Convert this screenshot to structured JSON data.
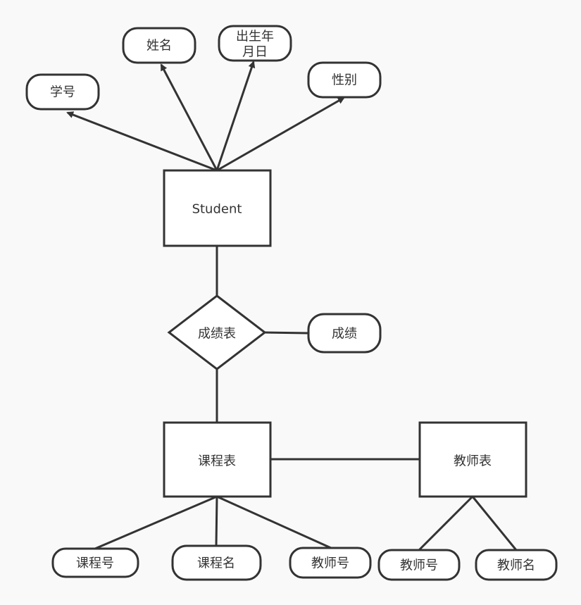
{
  "entities": {
    "student": "Student",
    "course": "课程表",
    "teacher": "教师表"
  },
  "relationship": {
    "grades_table": "成绩表"
  },
  "attributes": {
    "student_id": "学号",
    "name": "姓名",
    "birthdate_line1": "出生年",
    "birthdate_line2": "月日",
    "gender": "性别",
    "grade": "成绩",
    "course_id": "课程号",
    "course_name": "课程名",
    "course_teacher_id": "教师号",
    "teacher_id": "教师号",
    "teacher_name": "教师名"
  },
  "colors": {
    "stroke": "#333333",
    "fill": "#ffffff",
    "background": "#f9f9f9"
  }
}
